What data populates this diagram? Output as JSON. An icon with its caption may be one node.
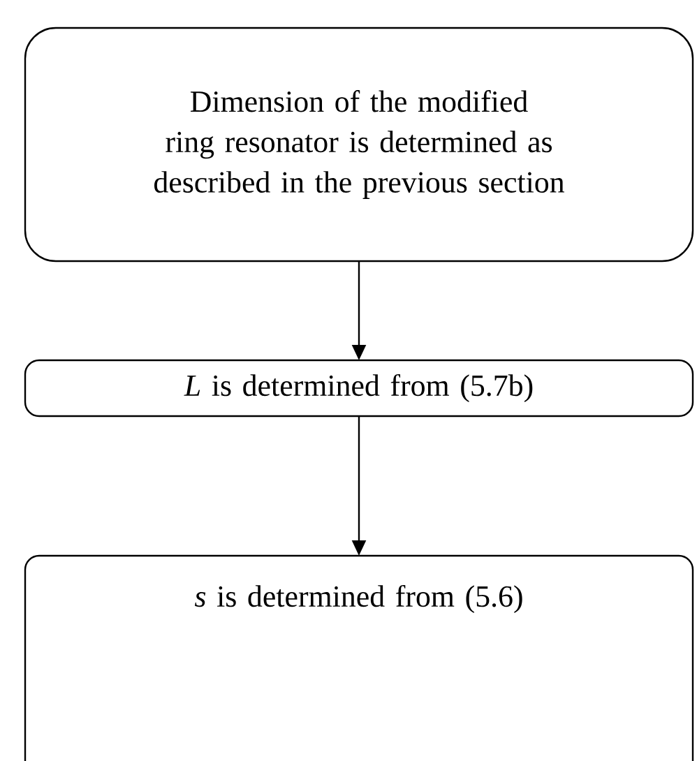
{
  "diagram": {
    "nodes": [
      {
        "text": [
          "Dimension of the modified ring resonator is determined as described in the previous section"
        ]
      },
      {
        "text": [
          "*L* is determined from (5.7b)"
        ]
      },
      {
        "text": [
          "*s* is determined from (5.6)"
        ]
      }
    ],
    "edges": [
      {
        "from": 0,
        "to": 1,
        "arrow": "to"
      },
      {
        "from": 1,
        "to": 2,
        "arrow": "to"
      }
    ]
  }
}
